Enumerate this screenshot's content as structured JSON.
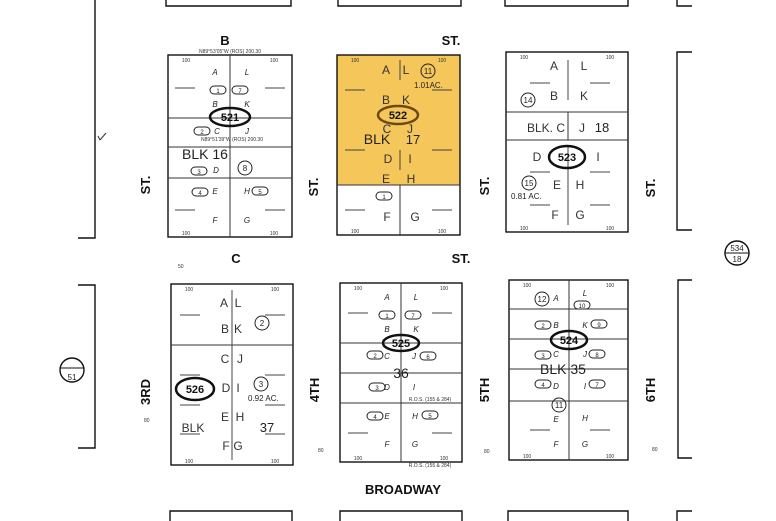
{
  "map": {
    "highlight_color": "#f5c75a",
    "line_color": "#111111"
  },
  "streets": {
    "b": "B",
    "b_suffix": "ST.",
    "c": "C",
    "c_suffix": "ST.",
    "third": "3RD",
    "third_suffix": "ST.",
    "fourth": "4TH",
    "fourth_suffix": "ST.",
    "fifth": "5TH",
    "fifth_suffix": "ST.",
    "sixth": "6TH",
    "sixth_suffix": "ST.",
    "broadway": "BROADWAY"
  },
  "map_refs": {
    "left": "51",
    "right_top": "534",
    "right_bottom": "18"
  },
  "dims": {
    "d100": "100",
    "d50": "50",
    "d80": "80"
  },
  "blocks": [
    {
      "parcel": "521",
      "blk": "BLK 16",
      "highlighted": false,
      "lots": [
        "A",
        "L",
        "B",
        "K",
        "C",
        "J",
        "D",
        "E",
        "H",
        "F",
        "G"
      ],
      "parcels": [
        "1",
        "7",
        "2",
        "3",
        "4",
        "5",
        "8"
      ],
      "notes": [
        "N89°53'05\"W (ROS) 200.30",
        "N89°51'39\"W (ROS) 200.30"
      ]
    },
    {
      "parcel": "522",
      "blk": "BLK",
      "blk2": "17",
      "highlighted": true,
      "lots": [
        "A",
        "L",
        "B",
        "K",
        "C",
        "J",
        "D",
        "I",
        "E",
        "H",
        "F",
        "G"
      ],
      "parcels": [
        "11",
        "1"
      ],
      "acreage": "1.01AC."
    },
    {
      "parcel": "523",
      "blk": "BLK. C",
      "blk2": "18",
      "highlighted": false,
      "lots": [
        "A",
        "L",
        "B",
        "K",
        "J",
        "D",
        "I",
        "E",
        "H",
        "F",
        "G"
      ],
      "parcels": [
        "14",
        "15"
      ],
      "acreage": "0.81 AC."
    },
    {
      "parcel": "526",
      "blk": "BLK",
      "blk2": "37",
      "highlighted": false,
      "lots": [
        "A",
        "L",
        "B",
        "K",
        "C",
        "J",
        "D",
        "I",
        "E",
        "H",
        "F",
        "G"
      ],
      "parcels": [
        "2",
        "3"
      ],
      "acreage": "0.92 AC."
    },
    {
      "parcel": "525",
      "blk": "36",
      "highlighted": false,
      "lots": [
        "A",
        "L",
        "B",
        "K",
        "C",
        "J",
        "D",
        "I",
        "E",
        "H",
        "F",
        "G"
      ],
      "parcels": [
        "1",
        "7",
        "2",
        "6",
        "3",
        "4",
        "5"
      ],
      "notes": [
        "R.O.S. (155 & 284)",
        "R.O.S. (155 & 284)"
      ]
    },
    {
      "parcel": "524",
      "blk": "BLK 35",
      "highlighted": false,
      "lots": [
        "A",
        "L",
        "B",
        "K",
        "C",
        "J",
        "D",
        "I",
        "E",
        "H",
        "F",
        "G"
      ],
      "parcels": [
        "12",
        "10",
        "2",
        "9",
        "3",
        "8",
        "4",
        "7",
        "11"
      ]
    }
  ]
}
